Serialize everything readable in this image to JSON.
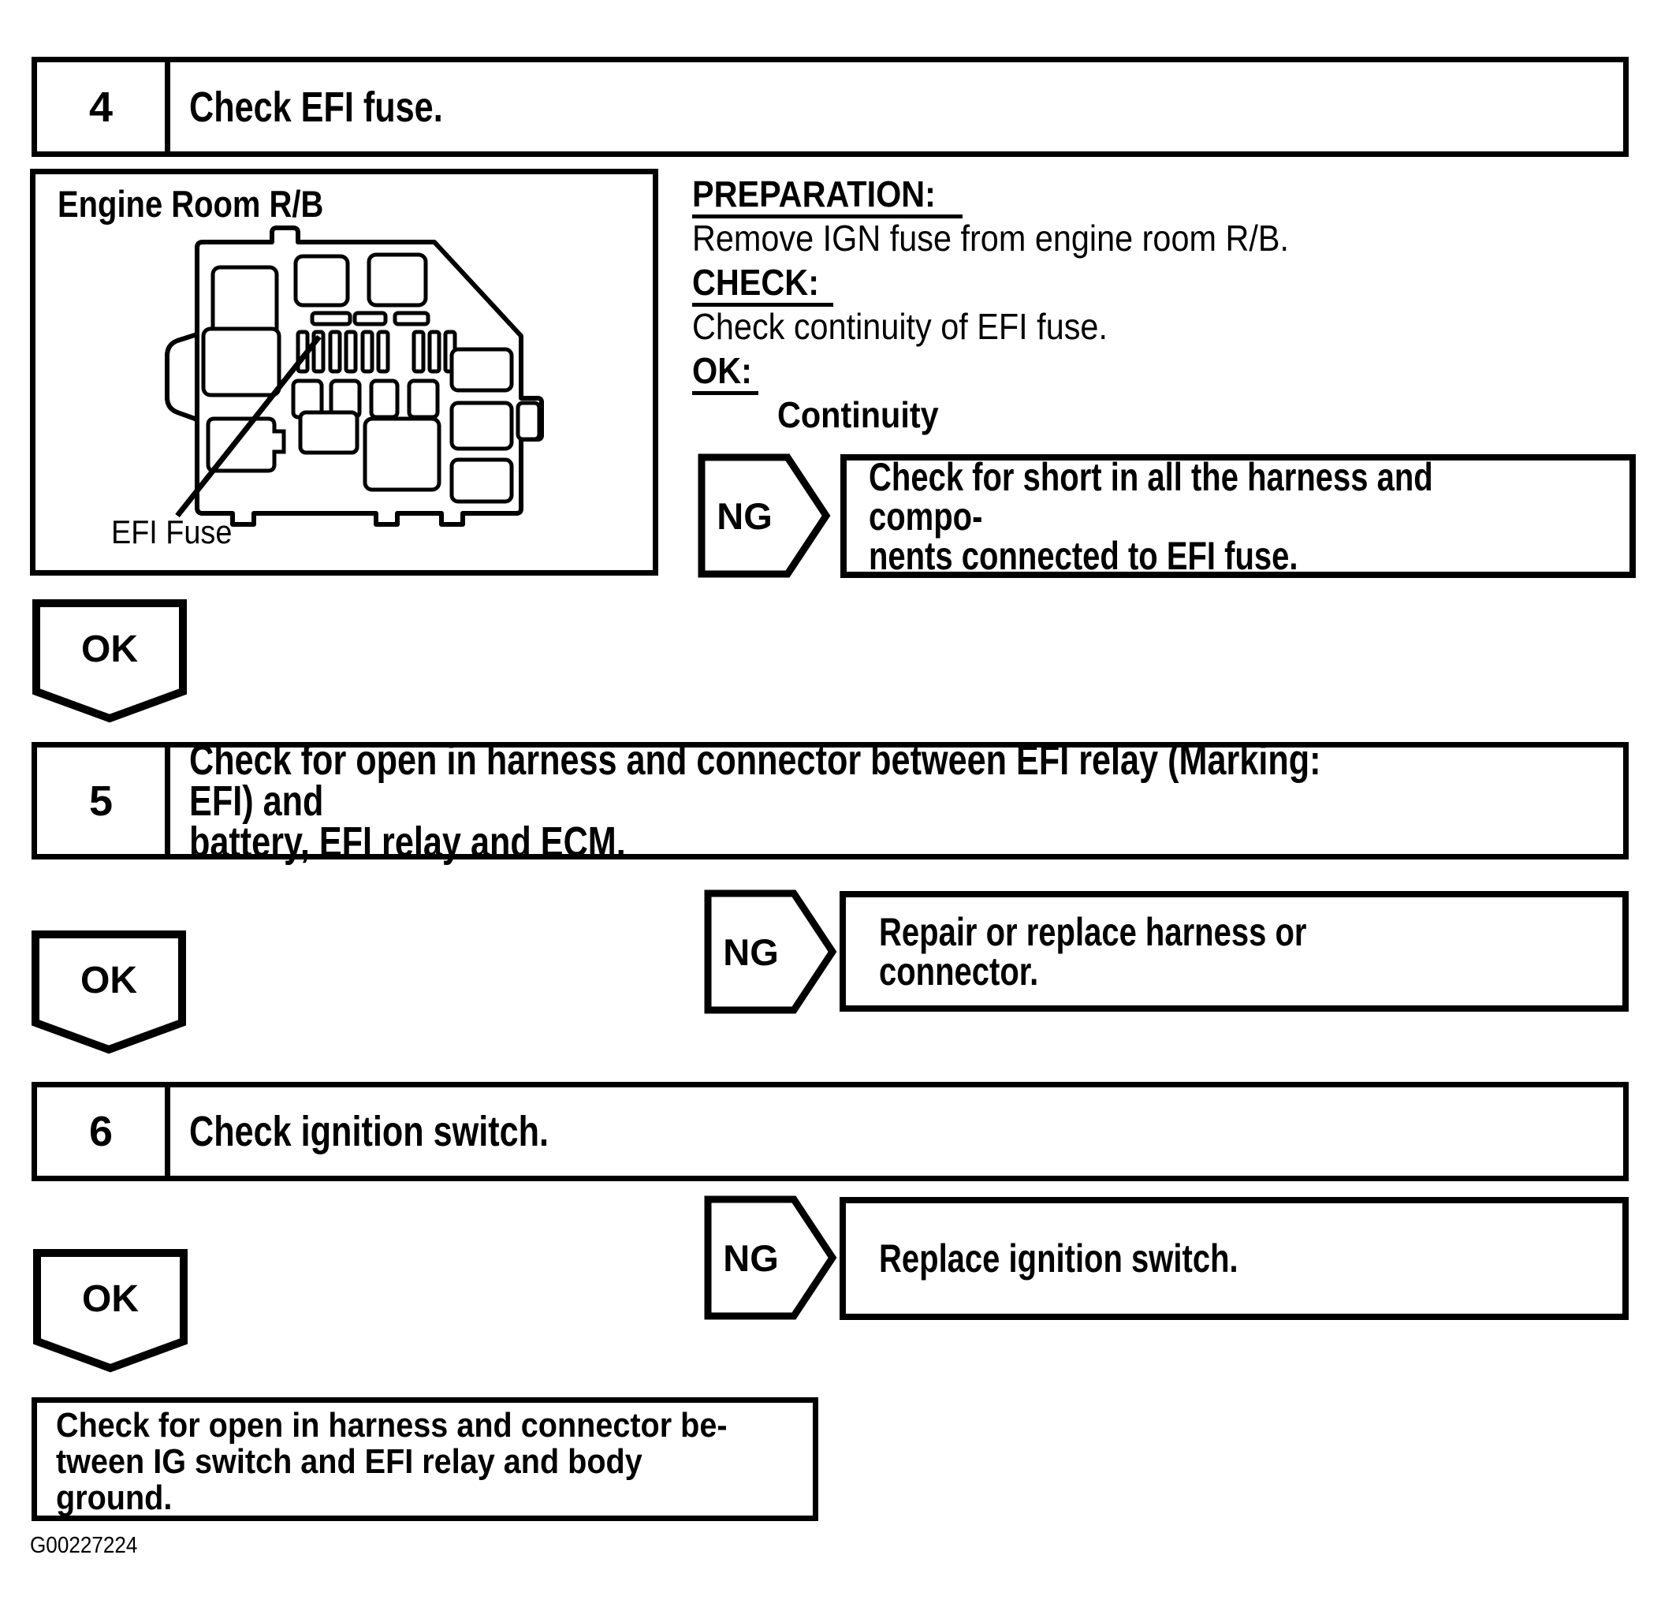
{
  "colors": {
    "ink": "#000000",
    "paper": "#ffffff"
  },
  "steps": [
    {
      "number": "4",
      "title": "Check EFI fuse."
    },
    {
      "number": "5",
      "title": "Check for open in harness and connector between EFI relay (Marking: EFI) and\nbattery, EFI relay and ECM."
    },
    {
      "number": "6",
      "title": "Check ignition switch."
    }
  ],
  "illustration": {
    "title": "Engine Room R/B",
    "callout_label": "EFI Fuse"
  },
  "procedure": {
    "preparation_label": "PREPARATION:",
    "preparation_text": "Remove IGN fuse from engine room R/B.",
    "check_label": "CHECK:",
    "check_text": "Check continuity of EFI fuse.",
    "ok_label": "OK:",
    "ok_value": "Continuity"
  },
  "branches": [
    {
      "result_label": "NG",
      "action": "Check for short in all the harness and compo-\nnents connected to EFI fuse."
    },
    {
      "result_label": "NG",
      "action": "Repair or replace harness or connector."
    },
    {
      "result_label": "NG",
      "action": "Replace ignition switch."
    }
  ],
  "ok_connectors": [
    {
      "label": "OK"
    },
    {
      "label": "OK"
    },
    {
      "label": "OK"
    }
  ],
  "final_action": "Check for open in harness and connector be-\ntween IG switch and EFI relay and body\nground.",
  "figure_code": "G00227224"
}
